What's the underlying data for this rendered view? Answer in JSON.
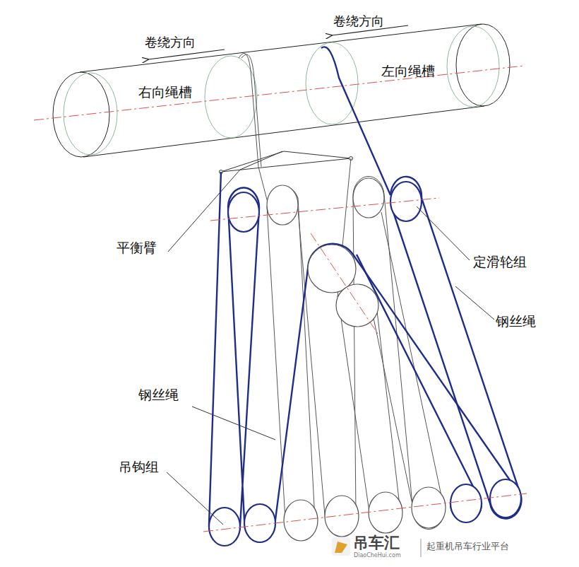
{
  "diagram": {
    "labels": [
      "卷绕方向",
      "卷绕方向",
      "右向绳槽",
      "左向绳槽",
      "平衡臂",
      "定滑轮组",
      "钢丝绳",
      "钢丝绳",
      "吊钩组",
      "吊车汇",
      "DiaoCheHui.com",
      "起重机吊车行业平台"
    ]
  }
}
